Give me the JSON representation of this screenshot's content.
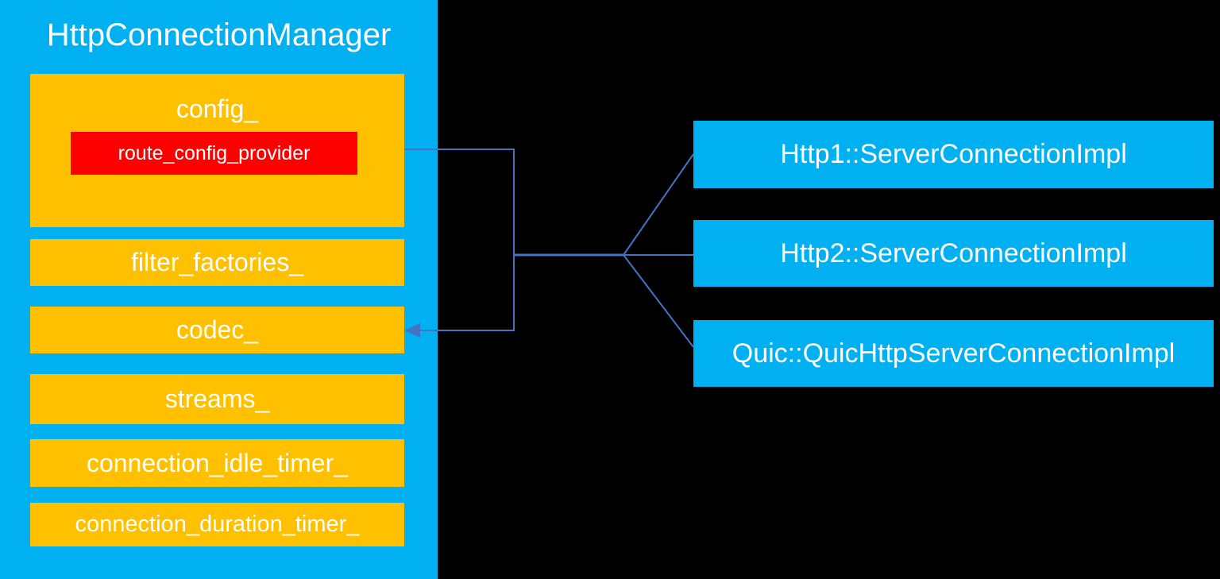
{
  "colors": {
    "background": "#000000",
    "panel_blue": "#00B0F0",
    "member_orange": "#FFC000",
    "nested_red": "#FF0000",
    "connector_blue": "#4472C4",
    "text_white": "#FFFFFF"
  },
  "manager": {
    "title": "HttpConnectionManager",
    "members": [
      {
        "id": "config",
        "label": "config_",
        "children": [
          {
            "id": "route_config_provider",
            "label": "route_config_provider"
          }
        ]
      },
      {
        "id": "filter_factories",
        "label": "filter_factories_"
      },
      {
        "id": "codec",
        "label": "codec_"
      },
      {
        "id": "streams",
        "label": "streams_"
      },
      {
        "id": "connection_idle_timer",
        "label": "connection_idle_timer_"
      },
      {
        "id": "connection_duration_timer",
        "label": "connection_duration_timer_"
      }
    ]
  },
  "implementations": [
    {
      "id": "http1",
      "label": "Http1::ServerConnectionImpl"
    },
    {
      "id": "http2",
      "label": "Http2::ServerConnectionImpl"
    },
    {
      "id": "quic",
      "label": "Quic::QuicHttpServerConnectionImpl"
    }
  ]
}
